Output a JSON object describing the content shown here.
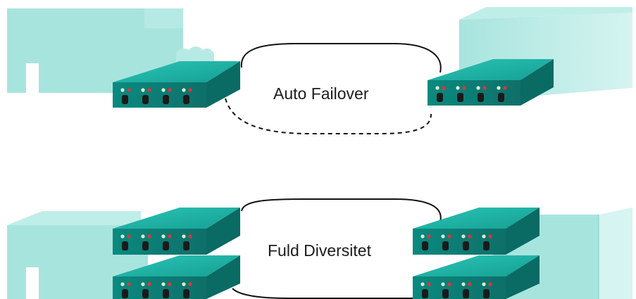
{
  "diagrams": [
    {
      "id": "top",
      "cloud_label": "Auto Failover",
      "cloud_upper_style": "solid",
      "cloud_lower_style": "dashed",
      "left_devices": 1,
      "right_devices": 1
    },
    {
      "id": "bottom",
      "cloud_label": "Fuld Diversitet",
      "cloud_upper_style": "solid",
      "cloud_lower_style": "solid",
      "left_devices": 2,
      "right_devices": 2
    }
  ],
  "colors": {
    "building": "#a8e4de",
    "building_light": "#c8f0ec",
    "device_top": "#1fb3a6",
    "device_front": "#0c7f78",
    "device_side": "#0a6a64",
    "led_red": "#e03434",
    "led_light": "#d8f0d0",
    "port": "#1a1a1a",
    "cloud_line": "#111111"
  }
}
